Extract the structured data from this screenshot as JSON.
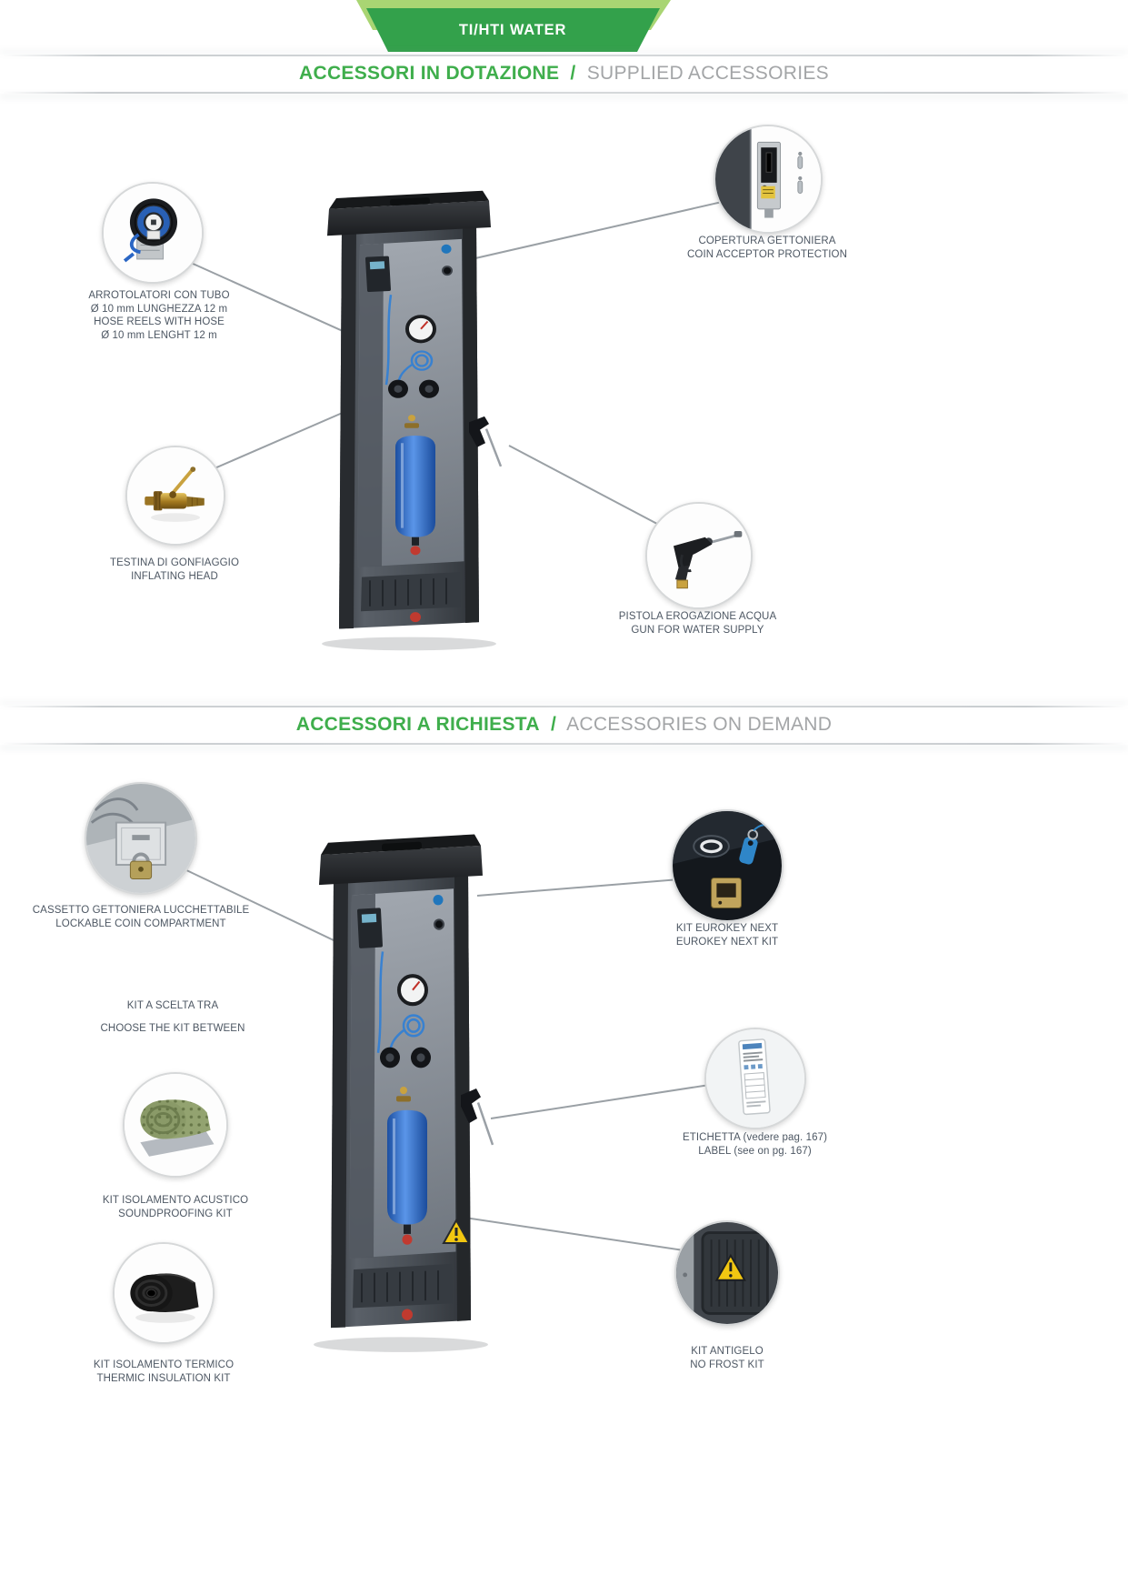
{
  "banner": {
    "title": "TI/HTI WATER"
  },
  "sections": [
    {
      "title_it": "ACCESSORI IN DOTAZIONE",
      "sep": "/",
      "title_en": "SUPPLIED ACCESSORIES",
      "callouts": {
        "hose_reel": {
          "lines": [
            "ARROTOLATORI CON TUBO",
            "Ø 10 mm LUNGHEZZA 12 m",
            "HOSE REELS WITH HOSE",
            "Ø 10 mm LENGHT 12 m"
          ]
        },
        "coin_protection": {
          "lines": [
            "COPERTURA GETTONIERA",
            "COIN ACCEPTOR PROTECTION"
          ]
        },
        "inflating_head": {
          "lines": [
            "TESTINA DI GONFIAGGIO",
            "INFLATING HEAD"
          ]
        },
        "water_gun": {
          "lines": [
            "PISTOLA EROGAZIONE ACQUA",
            "GUN FOR WATER SUPPLY"
          ]
        }
      }
    },
    {
      "title_it": "ACCESSORI A RICHIESTA",
      "sep": "/",
      "title_en": "ACCESSORIES ON DEMAND",
      "callouts": {
        "coin_compartment": {
          "lines": [
            "CASSETTO GETTONIERA LUCCHETTABILE",
            "LOCKABLE COIN COMPARTMENT"
          ]
        },
        "kit_choice": {
          "lines": [
            "KIT A SCELTA TRA",
            "CHOOSE THE KIT BETWEEN"
          ]
        },
        "soundproofing": {
          "lines": [
            "KIT ISOLAMENTO ACUSTICO",
            "SOUNDPROOFING KIT"
          ]
        },
        "thermal_insulation": {
          "lines": [
            "KIT ISOLAMENTO TERMICO",
            "THERMIC INSULATION KIT"
          ]
        },
        "eurokey": {
          "lines": [
            "KIT EUROKEY NEXT",
            "EUROKEY NEXT KIT"
          ]
        },
        "label_pg167": {
          "lines": [
            "ETICHETTA (vedere pag. 167)",
            "LABEL (see on pg. 167)"
          ]
        },
        "no_frost": {
          "lines": [
            "KIT ANTIGELO",
            "NO FROST KIT"
          ]
        }
      }
    }
  ],
  "icons": [
    "hose-reel-icon",
    "coin-acceptor-icon",
    "inflating-head-icon",
    "water-gun-icon",
    "coin-compartment-icon",
    "eurokey-kit-icon",
    "soundproofing-mat-icon",
    "thermal-roll-icon",
    "label-sticker-icon",
    "no-frost-panel-icon",
    "warning-triangle-icon"
  ],
  "colors": {
    "accent_green": "#3fae4c",
    "light_green": "#a9d573",
    "header_gray": "#a3a5a7",
    "label_text": "#4d5763",
    "tank_blue": "#2f6fd0",
    "warning_yellow": "#f2c711"
  }
}
